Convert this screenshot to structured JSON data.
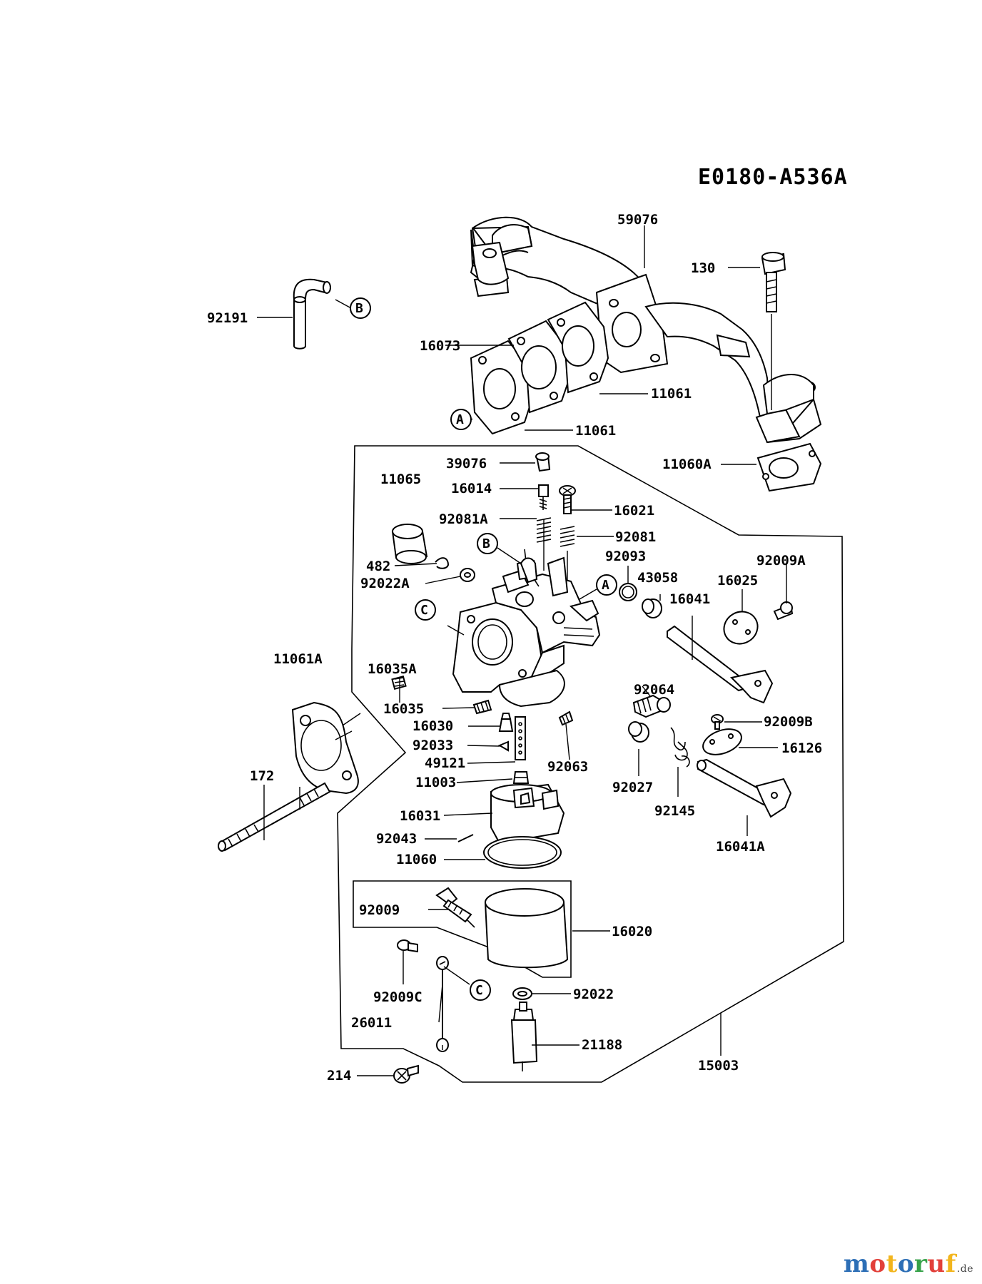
{
  "diagram_code": "E0180-A536A",
  "brand": {
    "name": "motoruf",
    "suffix": ".de",
    "colors": [
      "#2d6fb6",
      "#e2403a",
      "#f2b51d",
      "#2d6fb6",
      "#37a24a",
      "#e2403a",
      "#f2b51d"
    ]
  },
  "parts": {
    "p59076": "59076",
    "p130": "130",
    "p92191": "92191",
    "p16073": "16073",
    "p11061a": "11061",
    "p11061b": "11061",
    "p11060A": "11060A",
    "p39076": "39076",
    "p11065": "11065",
    "p16014": "16014",
    "p16021": "16021",
    "p92081A": "92081A",
    "p92081": "92081",
    "p92093": "92093",
    "p92009A": "92009A",
    "p482": "482",
    "p92022A": "92022A",
    "p43058": "43058",
    "p16025": "16025",
    "p16041": "16041",
    "p16035A": "16035A",
    "p11061A": "11061A",
    "p92064": "92064",
    "p16035": "16035",
    "p16030": "16030",
    "p92009B": "92009B",
    "p92033": "92033",
    "p16126": "16126",
    "p49121": "49121",
    "p92063": "92063",
    "p172": "172",
    "p11003": "11003",
    "p92027": "92027",
    "p92145": "92145",
    "p16031": "16031",
    "p16041A": "16041A",
    "p92043": "92043",
    "p11060": "11060",
    "p92009": "92009",
    "p16020": "16020",
    "p92009C": "92009C",
    "p92022": "92022",
    "p26011": "26011",
    "p21188": "21188",
    "p15003": "15003",
    "p214": "214"
  },
  "callouts": {
    "A": "A",
    "B": "B",
    "C": "C"
  }
}
